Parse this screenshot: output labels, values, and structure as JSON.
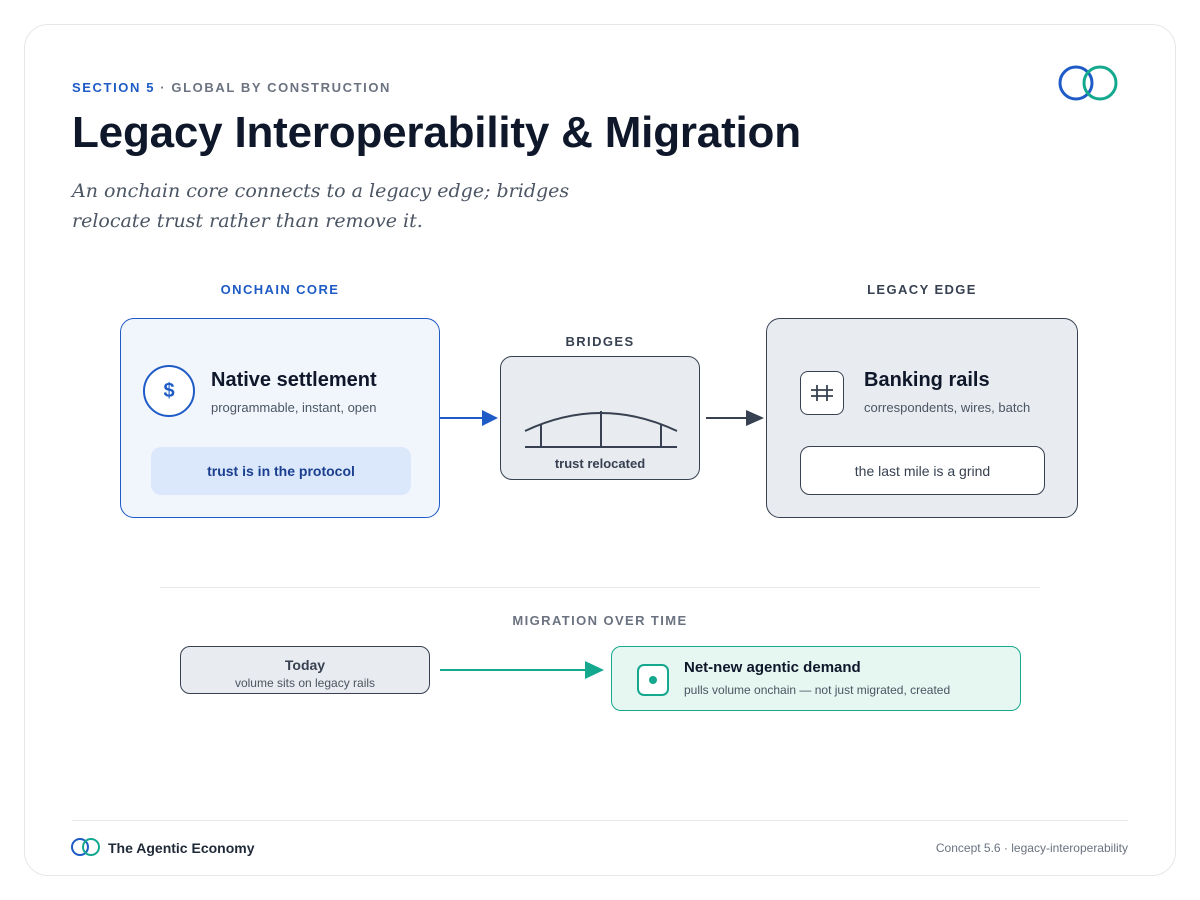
{
  "header": {
    "section": "SECTION 5",
    "separator": "·",
    "section_name": "GLOBAL BY CONSTRUCTION",
    "title": "Legacy Interoperability & Migration",
    "subtitle": "An onchain core connects to a legacy edge; bridges relocate trust rather than remove it."
  },
  "diagram": {
    "core": {
      "label": "ONCHAIN CORE",
      "icon": "dollar-icon",
      "icon_glyph": "$",
      "title": "Native settlement",
      "subtitle": "programmable, instant, open",
      "pill": "trust is in the protocol"
    },
    "bridges": {
      "label": "BRIDGES",
      "icon": "bridge-icon",
      "caption": "trust relocated"
    },
    "edge": {
      "label": "LEGACY EDGE",
      "icon": "rails-icon",
      "title": "Banking rails",
      "subtitle": "correspondents, wires, batch",
      "pill": "the last mile is a grind"
    }
  },
  "migration": {
    "label": "MIGRATION OVER TIME",
    "today": {
      "title": "Today",
      "subtitle": "volume sits on legacy rails"
    },
    "future": {
      "icon": "target-dot-icon",
      "title": "Net-new agentic demand",
      "subtitle": "pulls volume onchain — not just migrated, created"
    }
  },
  "footer": {
    "brand": "The Agentic Economy",
    "concept": "Concept 5.6 · legacy-interoperability"
  },
  "colors": {
    "accent_blue": "#1e5bc6",
    "accent_teal": "#14a88e",
    "legacy_gray": "#374151",
    "core_fill": "#f1f6fd",
    "legacy_fill": "#e8ebef",
    "demand_fill": "#e6f6f1"
  }
}
